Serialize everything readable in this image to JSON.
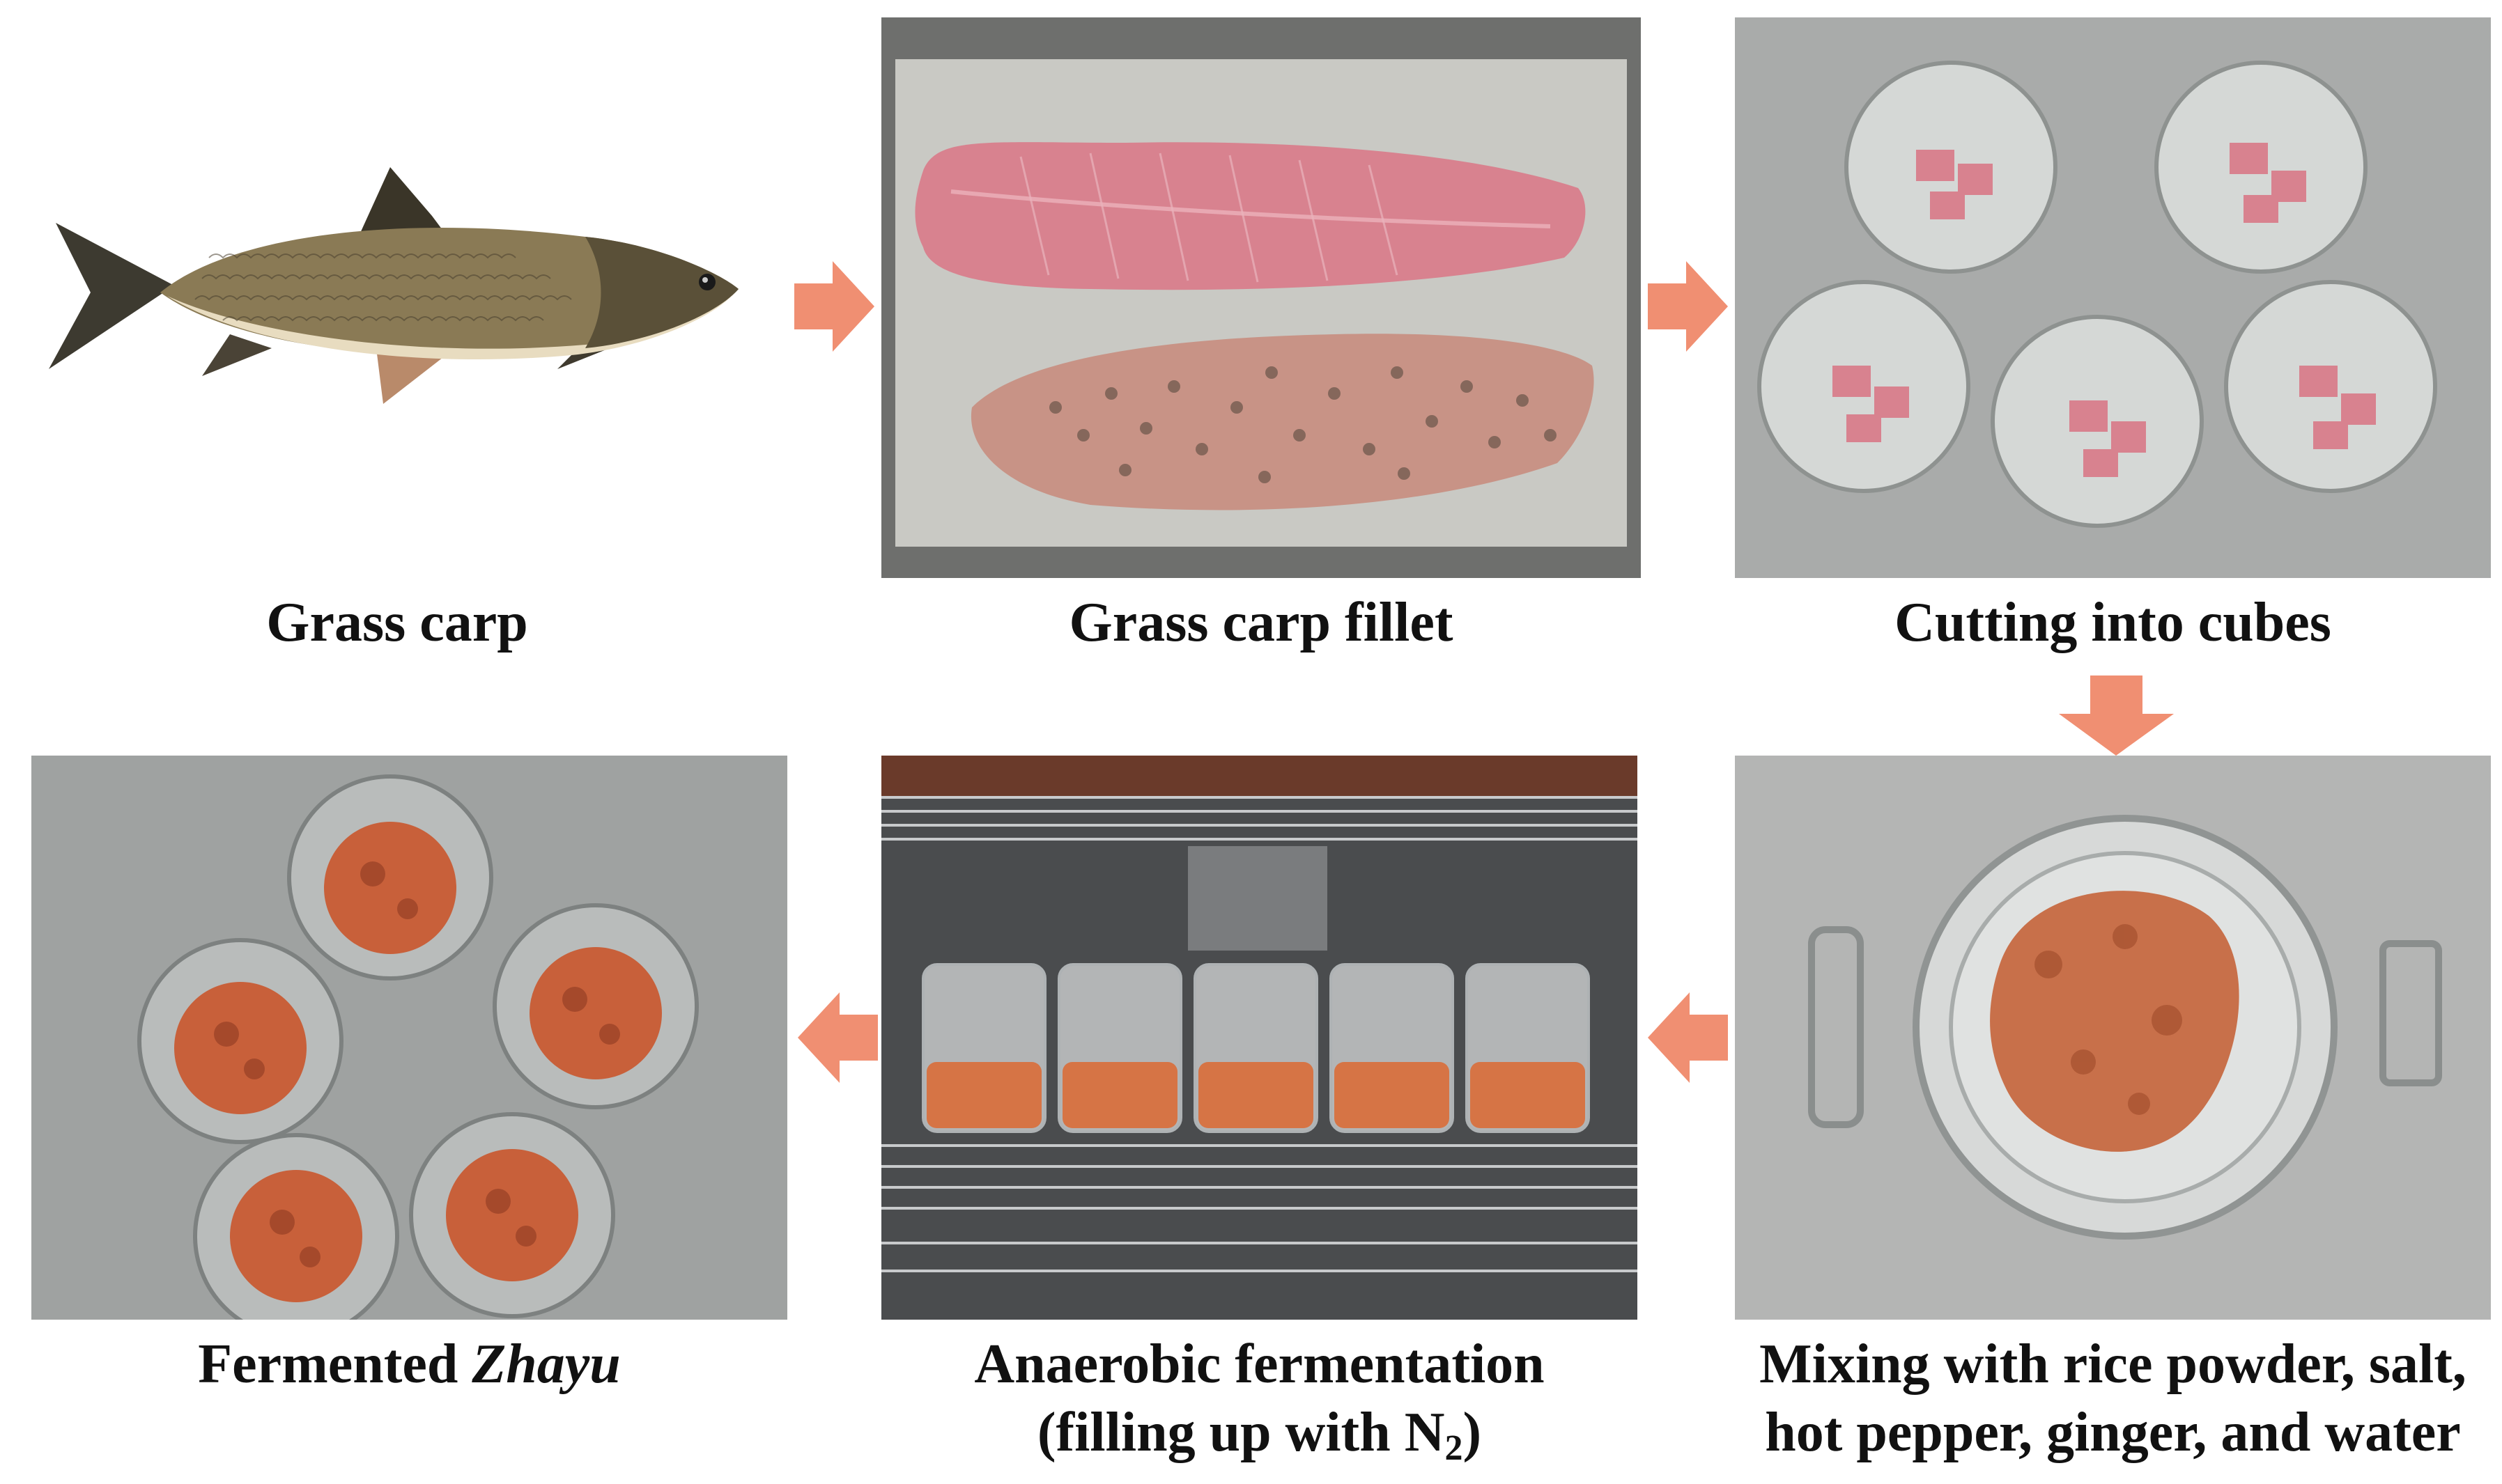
{
  "steps": [
    {
      "id": "grass-carp",
      "caption": "Grass carp"
    },
    {
      "id": "grass-carp-fillet",
      "caption": "Grass carp fillet"
    },
    {
      "id": "cutting-into-cubes",
      "caption": "Cutting into cubes"
    },
    {
      "id": "mixing",
      "caption_line1": "Mixing with rice powder, salt,",
      "caption_line2": "hot pepper, ginger, and water"
    },
    {
      "id": "anaerobic-fermentation",
      "caption_line1": "Anaerobic fermentation",
      "caption_line2_prefix": "(filling up with N",
      "caption_line2_sub": "2",
      "caption_line2_suffix": ")"
    },
    {
      "id": "fermented-zhayu",
      "caption_prefix": "Fermented ",
      "caption_italic": "Zhayu"
    }
  ],
  "colors": {
    "arrow": "#f08f72",
    "steel": "#a9abaa",
    "fish_meat": "#d8828f",
    "zhayu": "#c8603a"
  }
}
